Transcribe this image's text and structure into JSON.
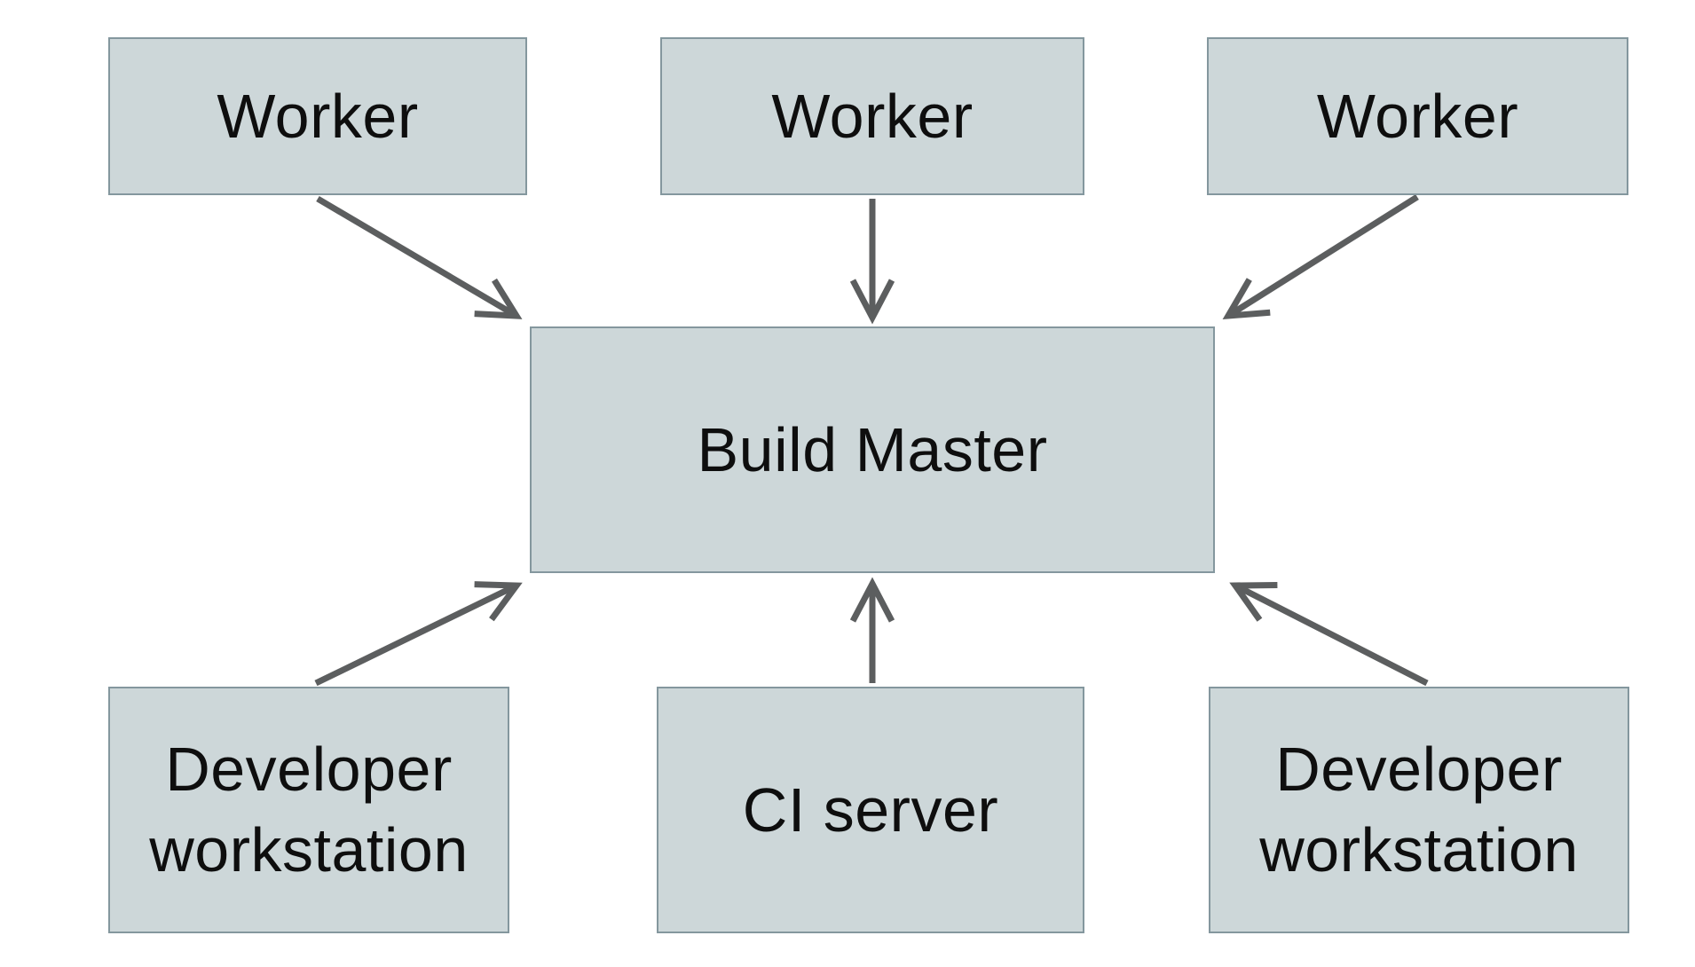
{
  "diagram": {
    "type": "architecture-diagram",
    "nodes": {
      "worker_left": {
        "label": "Worker"
      },
      "worker_center": {
        "label": "Worker"
      },
      "worker_right": {
        "label": "Worker"
      },
      "build_master": {
        "label": "Build Master"
      },
      "dev_workstation_left": {
        "label": "Developer workstation"
      },
      "ci_server": {
        "label": "CI server"
      },
      "dev_workstation_right": {
        "label": "Developer workstation"
      }
    },
    "edges": [
      {
        "from": "worker_left",
        "to": "build_master",
        "style": "arrow"
      },
      {
        "from": "worker_center",
        "to": "build_master",
        "style": "arrow"
      },
      {
        "from": "worker_right",
        "to": "build_master",
        "style": "arrow"
      },
      {
        "from": "dev_workstation_left",
        "to": "build_master",
        "style": "arrow"
      },
      {
        "from": "ci_server",
        "to": "build_master",
        "style": "arrow"
      },
      {
        "from": "dev_workstation_right",
        "to": "build_master",
        "style": "arrow"
      }
    ],
    "colors": {
      "background": "#ffffff",
      "node_fill": "#cdd7d9",
      "node_border": "#84979e",
      "arrow": "#5c5e5f",
      "text": "#0e0e0e"
    }
  }
}
